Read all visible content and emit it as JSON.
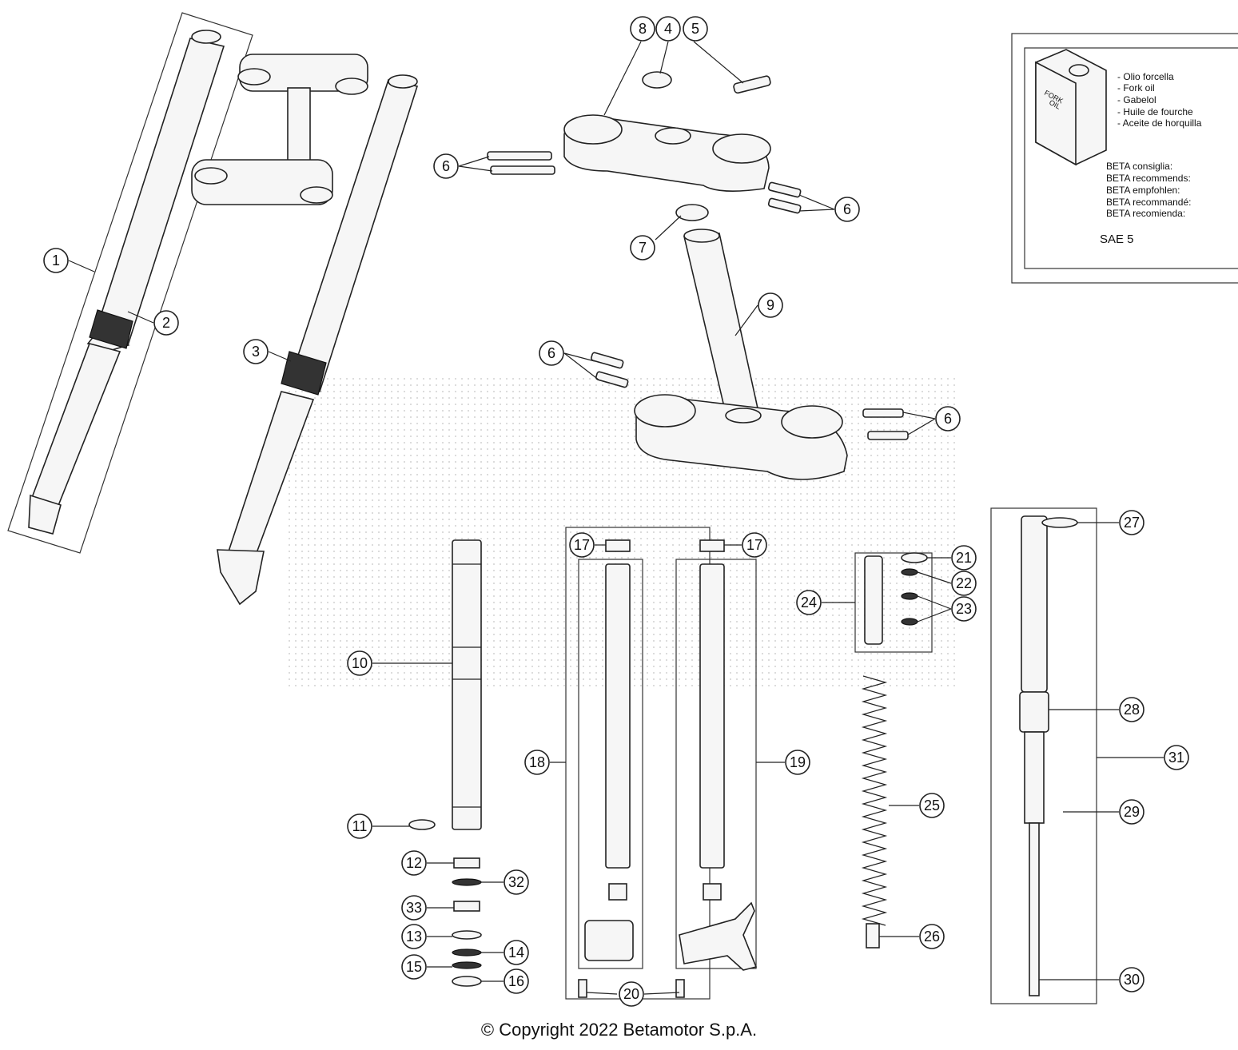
{
  "callouts": {
    "c1": "1",
    "c2": "2",
    "c3": "3",
    "c4": "4",
    "c5": "5",
    "c6": "6",
    "c7": "7",
    "c8": "8",
    "c9": "9",
    "c10": "10",
    "c11": "11",
    "c12": "12",
    "c13": "13",
    "c14": "14",
    "c15": "15",
    "c16": "16",
    "c17": "17",
    "c18": "18",
    "c19": "19",
    "c20": "20",
    "c21": "21",
    "c22": "22",
    "c23": "23",
    "c24": "24",
    "c25": "25",
    "c26": "26",
    "c27": "27",
    "c28": "28",
    "c29": "29",
    "c30": "30",
    "c31": "31",
    "c32": "32",
    "c33": "33"
  },
  "oil_legend": {
    "jug_label_1": "FORK",
    "jug_label_2": "OIL",
    "names": [
      "- Olio forcella",
      "- Fork oil",
      "- Gabelol",
      "- Huile de fourche",
      "- Aceite de horquilla"
    ],
    "recommends": [
      "BETA consiglia:",
      "BETA recommends:",
      "BETA empfohlen:",
      "BETA recommandé:",
      "BETA recomienda:"
    ],
    "grade": "SAE 5"
  },
  "copyright": "© Copyright 2022 Betamotor S.p.A."
}
